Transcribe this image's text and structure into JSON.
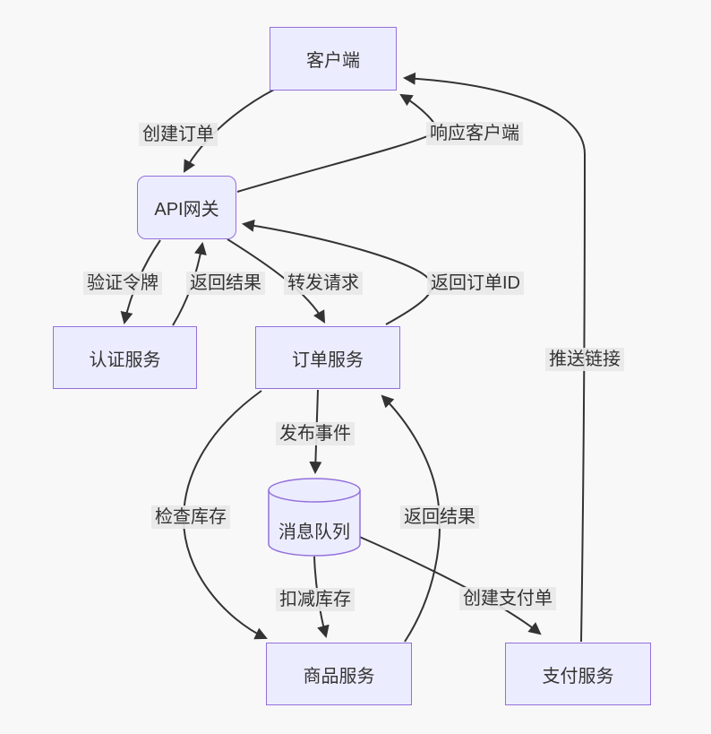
{
  "canvas": {
    "background_color": "#f8f8f8",
    "node_fill_color": "#ECECFF",
    "node_border_color": "#9370DB",
    "edge_color": "#333333",
    "edge_label_bg_color": "#e8e8e8",
    "text_color": "#333333"
  },
  "diagram": {
    "type": "flowchart",
    "direction": "top-down",
    "nodes": [
      {
        "id": "client",
        "label": "客户端",
        "shape": "rect"
      },
      {
        "id": "gateway",
        "label": "API网关",
        "shape": "rounded-rect"
      },
      {
        "id": "auth",
        "label": "认证服务",
        "shape": "rect"
      },
      {
        "id": "order",
        "label": "订单服务",
        "shape": "rect"
      },
      {
        "id": "mq",
        "label": "消息队列",
        "shape": "cylinder"
      },
      {
        "id": "product",
        "label": "商品服务",
        "shape": "rect"
      },
      {
        "id": "payment",
        "label": "支付服务",
        "shape": "rect"
      }
    ],
    "edges": [
      {
        "from": "client",
        "to": "gateway",
        "label": "创建订单"
      },
      {
        "from": "gateway",
        "to": "client",
        "label": "响应客户端"
      },
      {
        "from": "gateway",
        "to": "auth",
        "label": "验证令牌"
      },
      {
        "from": "auth",
        "to": "gateway",
        "label": "返回结果"
      },
      {
        "from": "gateway",
        "to": "order",
        "label": "转发请求"
      },
      {
        "from": "order",
        "to": "gateway",
        "label": "返回订单ID"
      },
      {
        "from": "order",
        "to": "mq",
        "label": "发布事件"
      },
      {
        "from": "order",
        "to": "product",
        "label": "检查库存"
      },
      {
        "from": "product",
        "to": "order",
        "label": "返回结果"
      },
      {
        "from": "mq",
        "to": "product",
        "label": "扣减库存"
      },
      {
        "from": "mq",
        "to": "payment",
        "label": "创建支付单"
      },
      {
        "from": "payment",
        "to": "client",
        "label": "推送链接"
      }
    ]
  }
}
